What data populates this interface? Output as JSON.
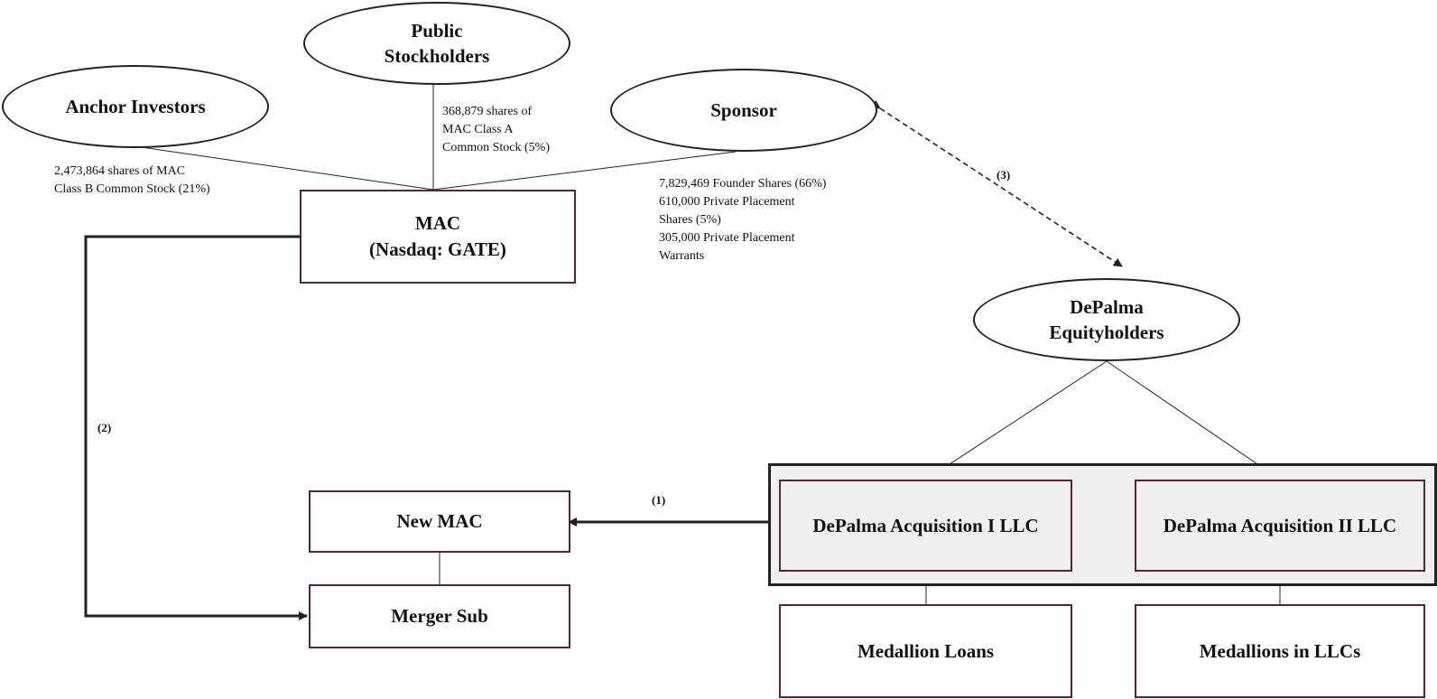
{
  "nodes": {
    "anchor_investors": "Anchor Investors",
    "public_stockholders": [
      "Public",
      "Stockholders"
    ],
    "sponsor": "Sponsor",
    "mac": [
      "MAC",
      "(Nasdaq: GATE)"
    ],
    "depalma_equityholders": [
      "DePalma",
      "Equityholders"
    ],
    "new_mac": "New MAC",
    "merger_sub": "Merger Sub",
    "depalma_acq_1": "DePalma Acquisition I LLC",
    "depalma_acq_2": "DePalma Acquisition II LLC",
    "medallion_loans": "Medallion Loans",
    "medallions_in_llcs": "Medallions in LLCs"
  },
  "holdings": {
    "anchor": [
      "2,473,864 shares of MAC",
      "Class B Common Stock (21%)"
    ],
    "public": [
      "368,879 shares of",
      "MAC Class A",
      "Common Stock (5%)"
    ],
    "sponsor": [
      "7,829,469 Founder Shares (66%)",
      "610,000 Private Placement",
      "Shares (5%)",
      "305,000 Private Placement",
      "Warrants"
    ]
  },
  "steps": {
    "step_1": "(1)",
    "step_2": "(2)",
    "step_3": "(3)"
  },
  "colors": {
    "box_border": "#5a2430",
    "line": "#222222",
    "group_fill": "#efefef"
  }
}
